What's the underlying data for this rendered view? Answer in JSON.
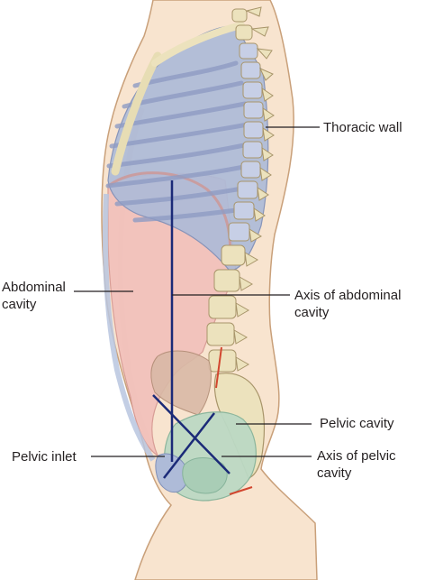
{
  "labels": {
    "thoracic_wall": "Thoracic wall",
    "abdominal_cavity": [
      "Abdominal",
      "cavity"
    ],
    "axis_abdominal": [
      "Axis of abdominal",
      "cavity"
    ],
    "pelvic_cavity": "Pelvic cavity",
    "pelvic_inlet": "Pelvic inlet",
    "axis_pelvic": [
      "Axis of pelvic",
      "cavity"
    ]
  },
  "colors": {
    "skin": "#f8e4cf",
    "skin_outline": "#c9a07a",
    "abdomen_fill": "#f2c2bc",
    "thorax_fill": "#aebbd8",
    "bone": "#ece2bd",
    "bone_outline": "#a8956a",
    "pelvic_fill": "#bcd9c4",
    "axis_line": "#1b2a78",
    "leader": "#231f20"
  }
}
